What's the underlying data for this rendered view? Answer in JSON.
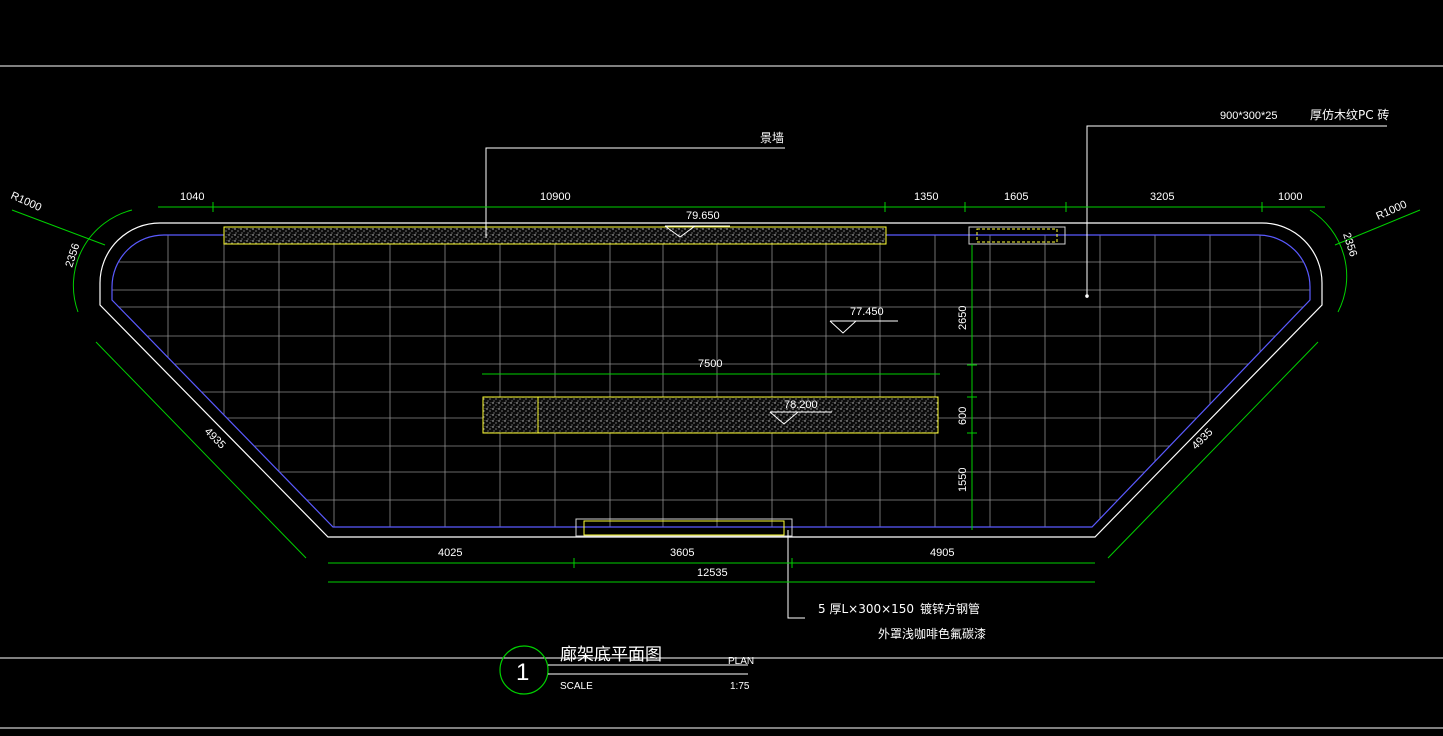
{
  "colors": {
    "background": "#000000",
    "outline": "#5a5aff",
    "grid": "#8c8c8c",
    "dimension": "#00d000",
    "text": "#ffffff",
    "hatch_border": "#ffff33",
    "frame": "#ffffff"
  },
  "annotations": {
    "feature_wall": "景墙",
    "tile_spec_size": "900*300*25",
    "tile_spec_name": "厚仿木纹PC 砖",
    "steel_spec": "5 厚L×300×150",
    "steel_name": "镀锌方钢管",
    "steel_finish": "外罩浅咖啡色氟碳漆"
  },
  "elevations": {
    "top_wall": "79.650",
    "floor": "77.450",
    "bench": "78.200"
  },
  "radii": {
    "left": "R1000",
    "right": "R1000"
  },
  "arcs": {
    "left": "2356",
    "right": "2356"
  },
  "dimensions": {
    "top": [
      "1040",
      "10900",
      "1350",
      "1605",
      "3205",
      "1000"
    ],
    "left_diagonal": "4935",
    "right_diagonal": "4935",
    "bench_length": "7500",
    "vertical": [
      "2650",
      "600",
      "1550"
    ],
    "bottom": [
      "4025",
      "3605",
      "4905"
    ],
    "bottom_total": "12535"
  },
  "title_block": {
    "number": "1",
    "title": "廊架底平面图",
    "plan_label": "PLAN",
    "scale_label": "SCALE",
    "scale_value": "1:75"
  }
}
